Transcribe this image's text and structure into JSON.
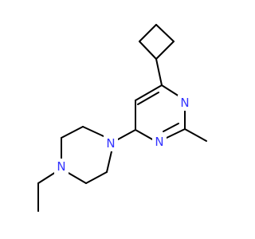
{
  "molecule": {
    "atoms": [
      {
        "id": "N_pyr_a",
        "symbol": "N"
      },
      {
        "id": "N_pyr_b",
        "symbol": "N"
      },
      {
        "id": "N_pip_a",
        "symbol": "N"
      },
      {
        "id": "N_pip_b",
        "symbol": "N"
      }
    ]
  },
  "colors": {
    "nitrogen": "#3333ff",
    "bond": "#000000",
    "background": "#ffffff"
  }
}
